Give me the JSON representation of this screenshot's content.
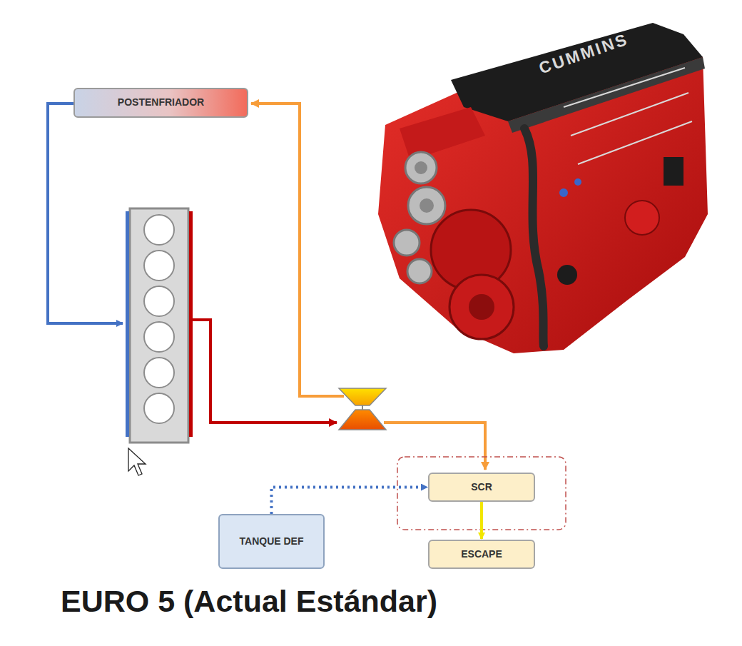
{
  "diagram": {
    "title": "EURO 5 (Actual Estándar)",
    "nodes": [
      {
        "text": [
          "POSTENFRIADOR"
        ]
      },
      {
        "text": [
          "SCR"
        ]
      },
      {
        "text": [
          "TANQUE DEF"
        ]
      },
      {
        "text": [
          "ESCAPE"
        ]
      }
    ],
    "edges": [
      {
        "from": 2,
        "to": 1,
        "arrow": "to"
      },
      {
        "from": 1,
        "to": 3,
        "arrow": "to"
      }
    ],
    "labels": [
      "CUMMINS"
    ]
  }
}
